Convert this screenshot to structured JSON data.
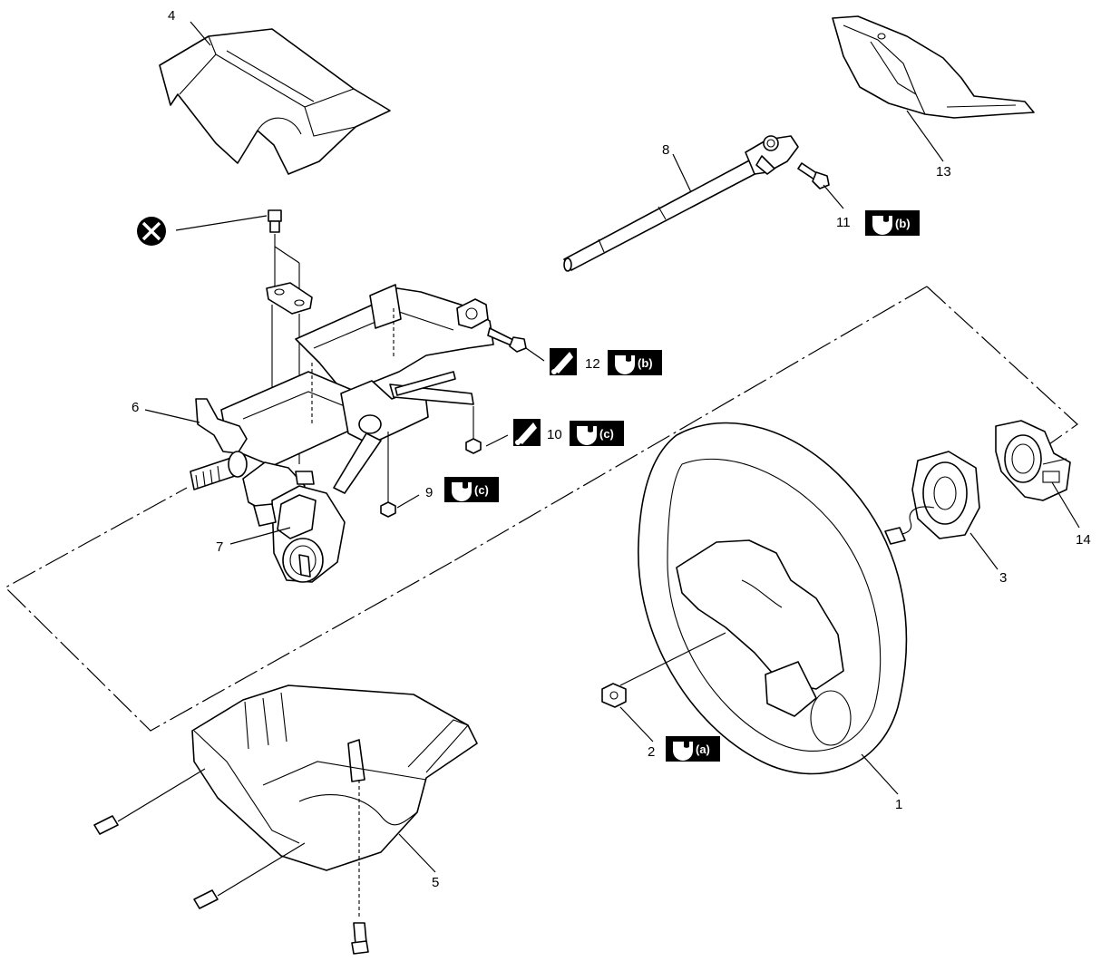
{
  "callouts": {
    "c1": "1",
    "c2": "2",
    "c3": "3",
    "c4": "4",
    "c5": "5",
    "c6": "6",
    "c7": "7",
    "c8": "8",
    "c9": "9",
    "c10": "10",
    "c11": "11",
    "c12": "12",
    "c13": "13",
    "c14": "14"
  },
  "torque_tags": {
    "t2": "(a)",
    "t9": "(c)",
    "t10": "(c)",
    "t11": "(b)",
    "t12": "(b)"
  },
  "icons": {
    "do_not_reuse": "do-not-reuse-icon",
    "torque": "torque-wrench-icon",
    "lubricant": "lubricant-icon"
  },
  "colors": {
    "line": "#000000",
    "background": "#ffffff",
    "tag_fill": "#000000",
    "tag_text": "#ffffff"
  }
}
